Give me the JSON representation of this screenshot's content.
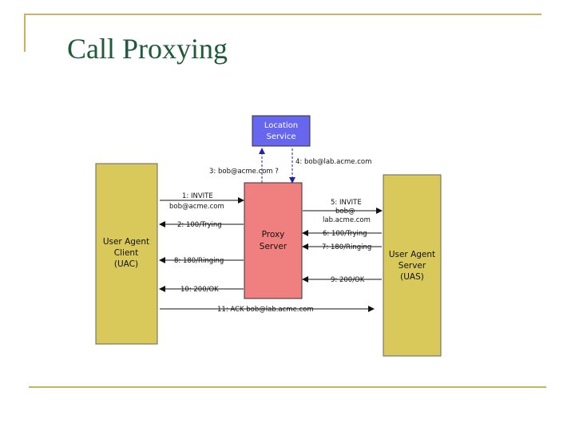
{
  "slide": {
    "title": "Call Proxying"
  },
  "diagram": {
    "location_service": [
      "Location",
      "Service"
    ],
    "proxy_server": [
      "Proxy",
      "Server"
    ],
    "uac": [
      "User Agent",
      "Client",
      "(UAC)"
    ],
    "uas": [
      "User Agent",
      "Server",
      "(UAS)"
    ],
    "messages": {
      "m3": "3: bob@acme.com ?",
      "m4": "4: bob@lab.acme.com",
      "m1": [
        "1: INVITE",
        "bob@acme.com"
      ],
      "m2": "2: 100/Trying",
      "m5": [
        "5: INVITE",
        "bob@",
        "lab.acme.com"
      ],
      "m6": "6: 100/Trying",
      "m7": "7: 180/Ringing",
      "m8": "8: 180/Ringing",
      "m9": "9: 200/OK",
      "m10": "10: 200/OK",
      "m11": "11: ACK bob@lab.acme.com"
    },
    "colors": {
      "gold": "#d9c85a",
      "proxy": "#f08080",
      "location": "#6666ee",
      "arrow": "#2222aa"
    }
  }
}
